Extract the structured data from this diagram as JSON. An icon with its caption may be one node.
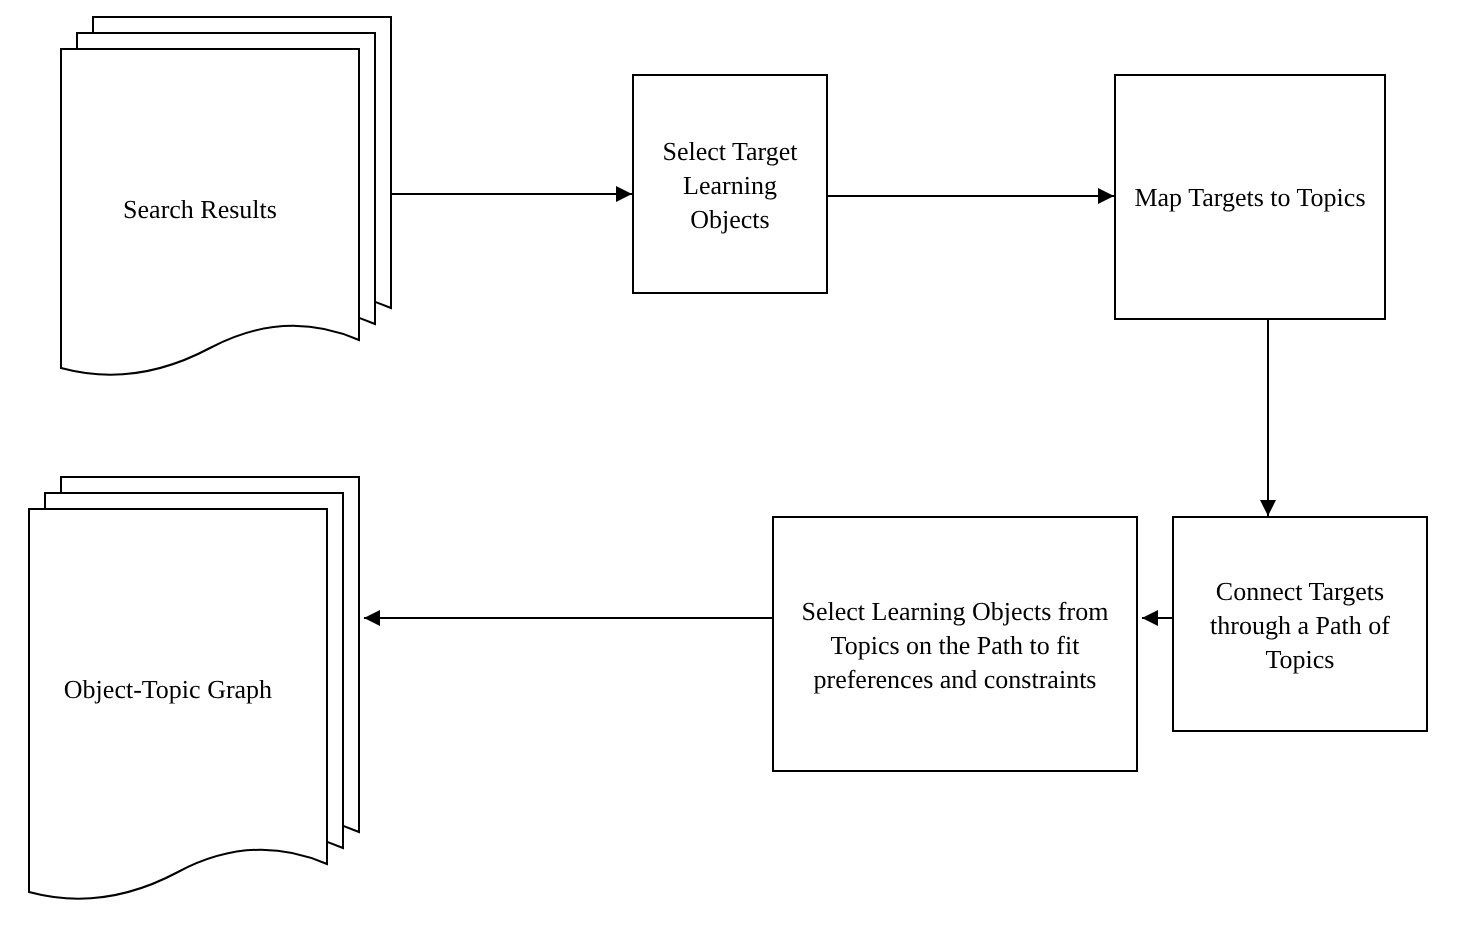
{
  "diagram": {
    "nodes": [
      {
        "text": [
          "Search Results"
        ]
      },
      {
        "text": [
          "Select Target Learning Objects"
        ]
      },
      {
        "text": [
          "Map Targets to Topics"
        ]
      },
      {
        "text": [
          "Connect Targets through a Path of Topics"
        ]
      },
      {
        "text": [
          "Select Learning Objects from Topics on the Path to fit preferences and constraints"
        ]
      },
      {
        "text": [
          "Object-Topic Graph"
        ]
      }
    ],
    "edges": [
      {
        "from": 0,
        "to": 1,
        "arrow": "to"
      },
      {
        "from": 1,
        "to": 2,
        "arrow": "to"
      },
      {
        "from": 2,
        "to": 3,
        "arrow": "to"
      },
      {
        "from": 3,
        "to": 4,
        "arrow": "to"
      },
      {
        "from": 4,
        "to": 5,
        "arrow": "to"
      }
    ]
  }
}
